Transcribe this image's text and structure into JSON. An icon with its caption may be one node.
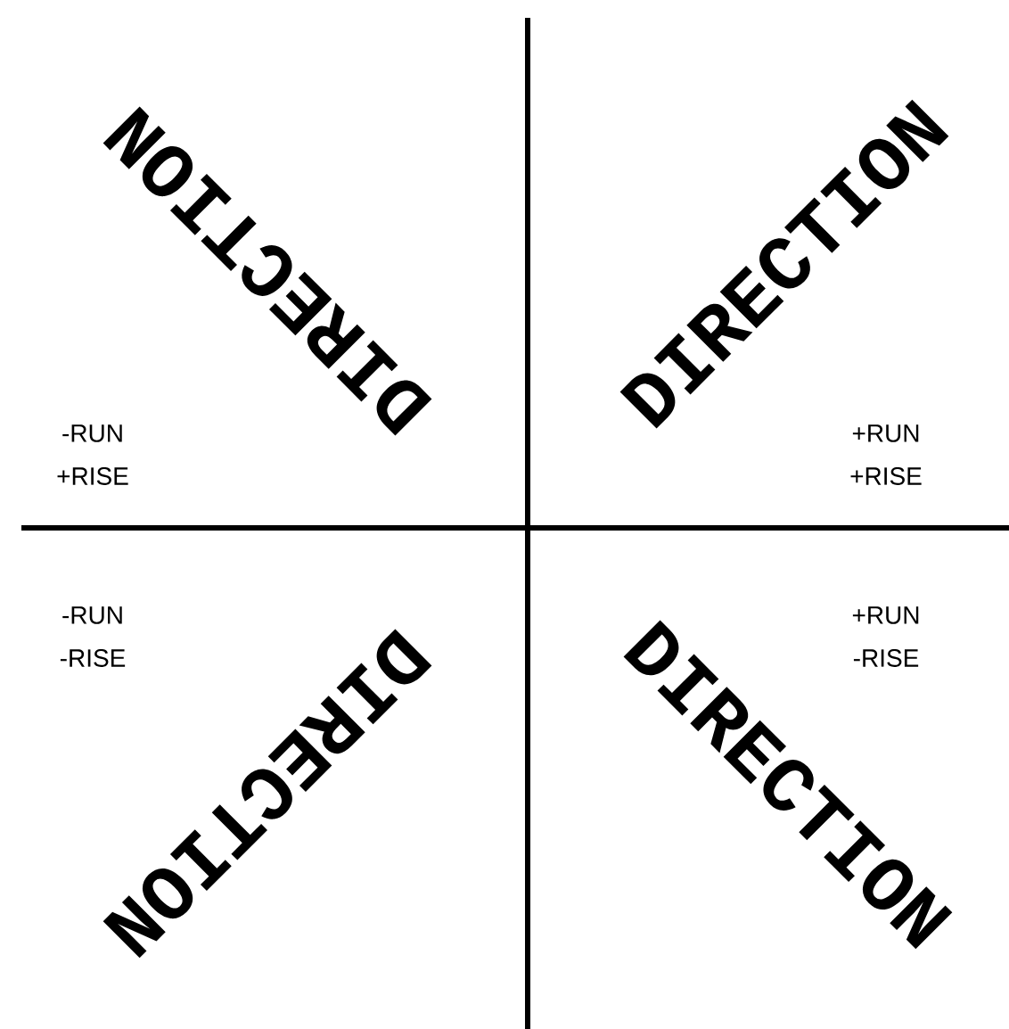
{
  "diagram": {
    "labels": [
      "DIRECTION",
      "DIRECTION",
      "-RUN",
      "+RISE",
      "+RUN",
      "+RISE",
      "-RUN",
      "-RISE",
      "+RUN",
      "-RISE",
      "DIRECTION",
      "DIRECTION"
    ]
  }
}
